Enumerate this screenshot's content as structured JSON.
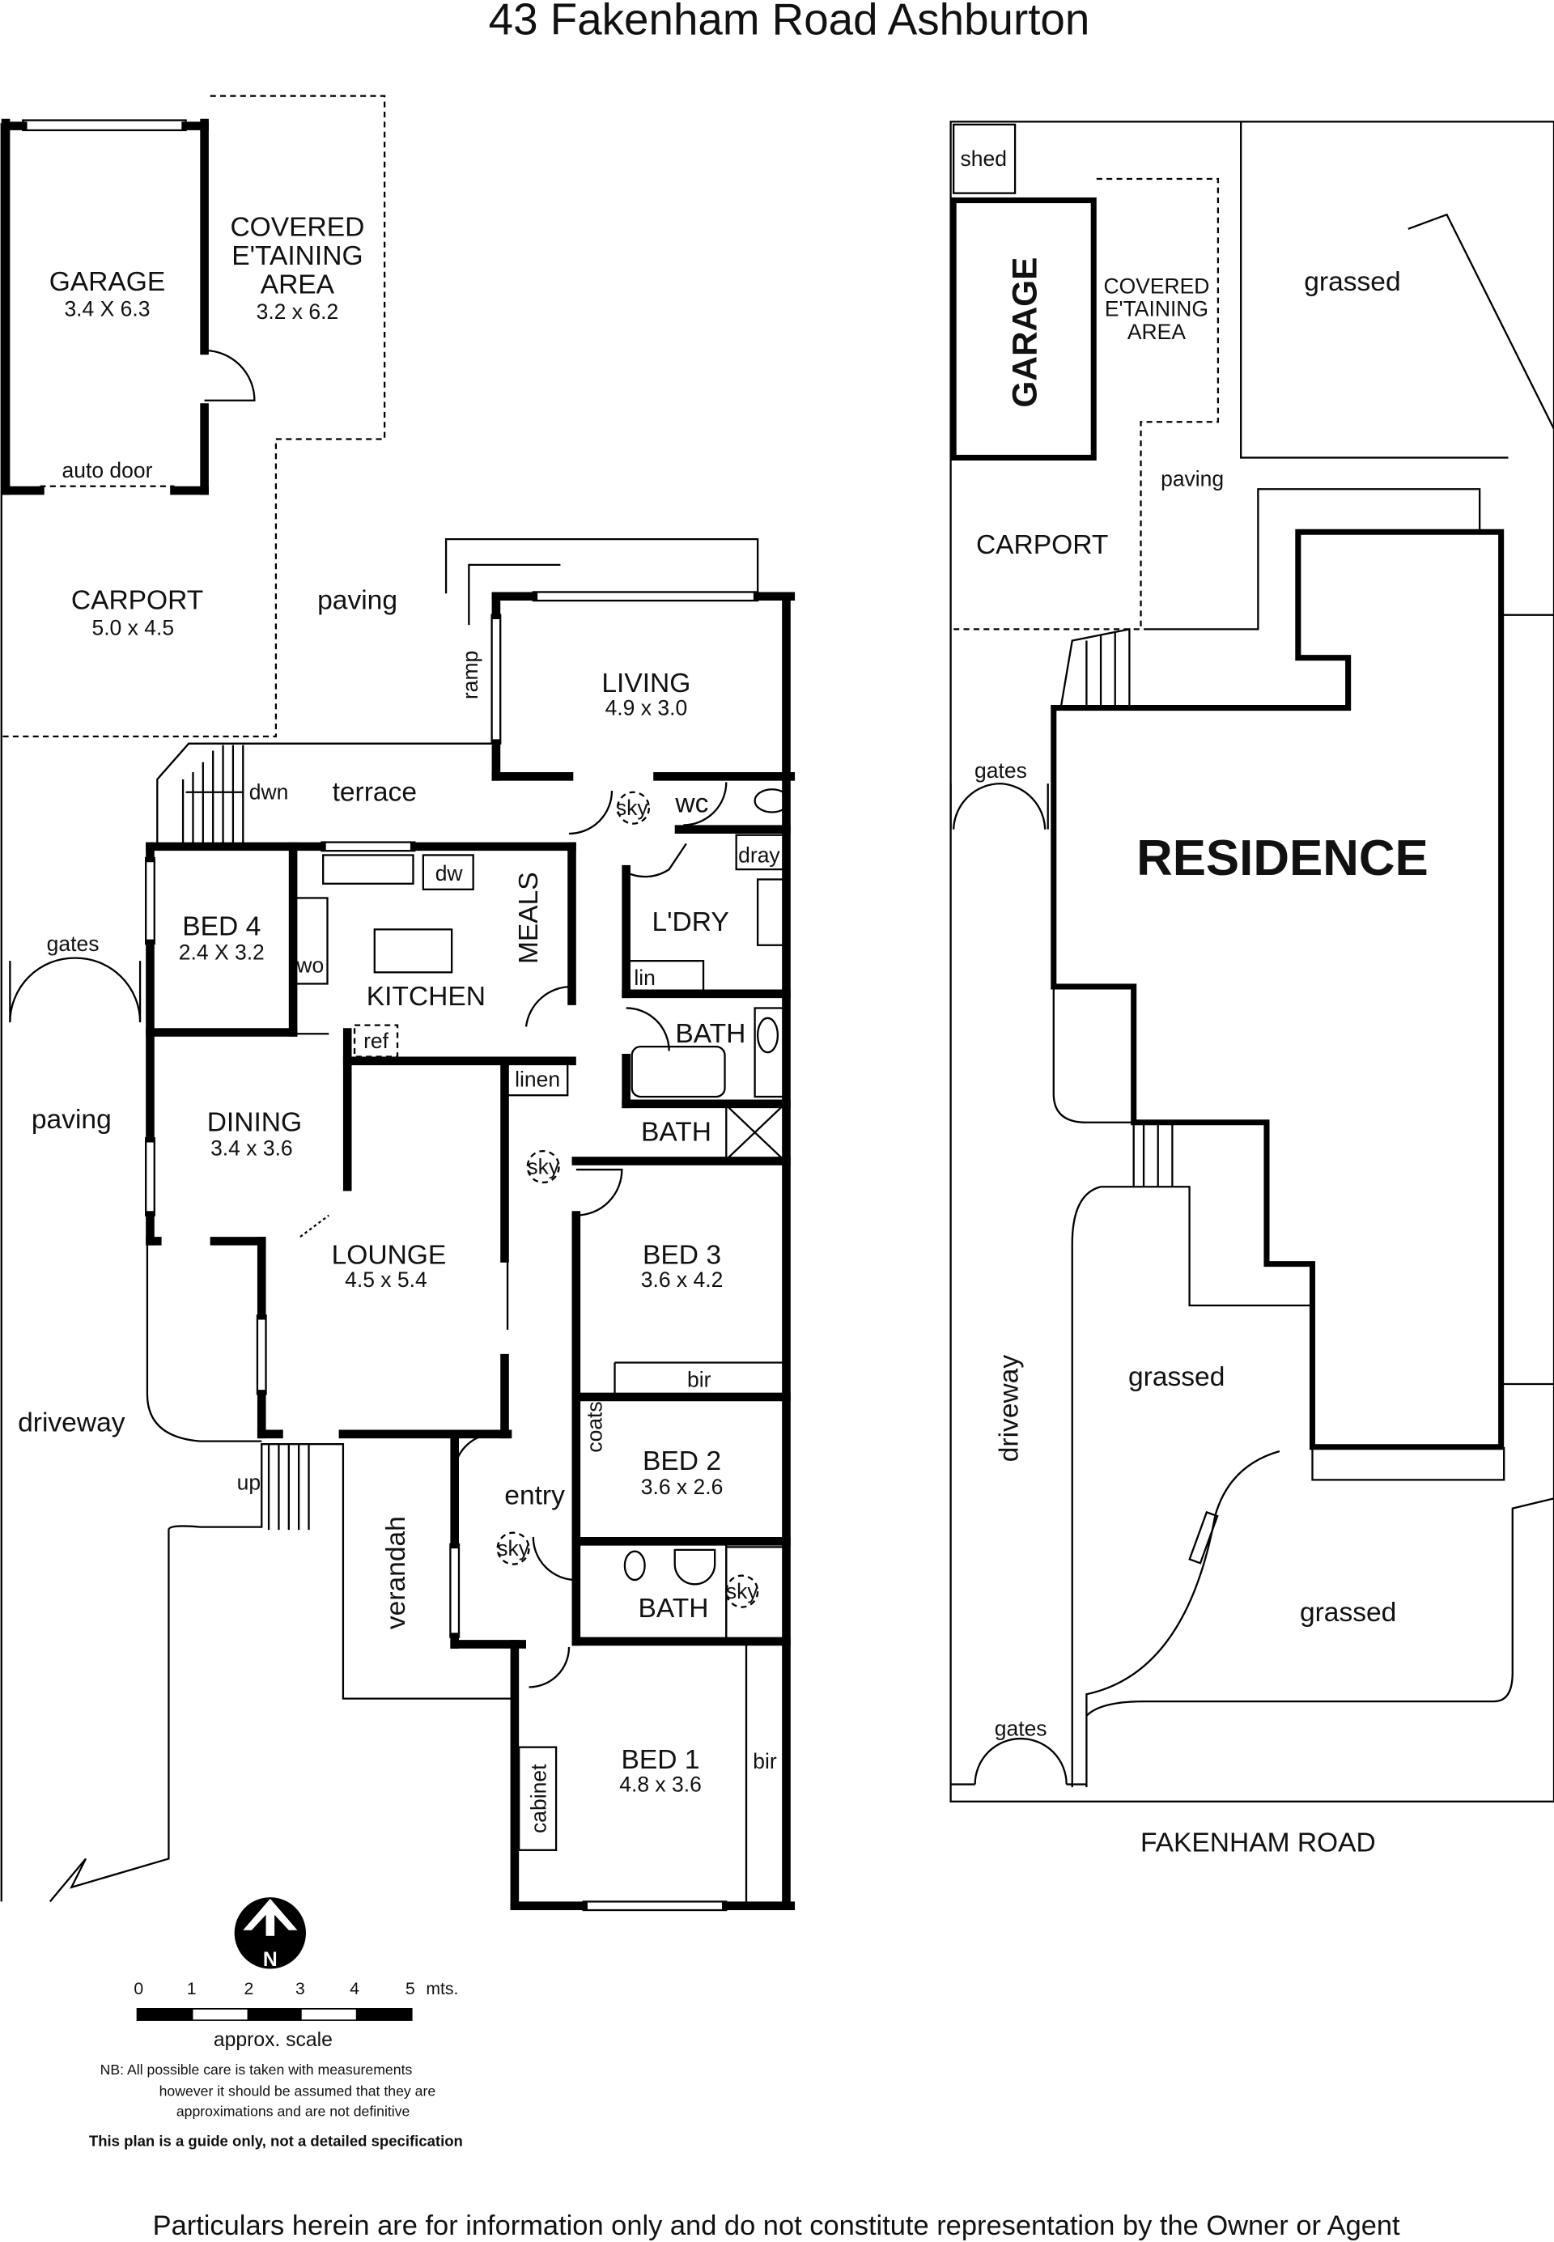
{
  "title": "43 Fakenham Road Ashburton",
  "floor_plan": {
    "rooms": [
      {
        "label": "GARAGE",
        "dims": "3.4 X 6.3"
      },
      {
        "label": "COVERED",
        "label2": "E'TAINING",
        "label3": "AREA",
        "dims": "3.2 x 6.2"
      },
      {
        "label": "CARPORT",
        "dims": "5.0 x 4.5"
      },
      {
        "label": "LIVING",
        "dims": "4.9 x 3.0"
      },
      {
        "label": "BED 4",
        "dims": "2.4 X 3.2"
      },
      {
        "label": "KITCHEN"
      },
      {
        "label": "MEALS"
      },
      {
        "label": "L'DRY"
      },
      {
        "label": "BATH"
      },
      {
        "label": "BATH"
      },
      {
        "label": "DINING",
        "dims": "3.4 x 3.6"
      },
      {
        "label": "LOUNGE",
        "dims": "4.5 x 5.4"
      },
      {
        "label": "BED 3",
        "dims": "3.6 x 4.2"
      },
      {
        "label": "BED 2",
        "dims": "3.6 x 2.6"
      },
      {
        "label": "BATH"
      },
      {
        "label": "BED 1",
        "dims": "4.8 x 3.6"
      }
    ],
    "annotations": {
      "auto_door": "auto door",
      "paving": "paving",
      "ramp": "ramp",
      "terrace": "terrace",
      "dwn": "dwn",
      "sky": "sky",
      "wc": "wc",
      "dray": "dray",
      "dw": "dw",
      "wo": "wo",
      "ref": "ref",
      "lin": "lin",
      "linen": "linen",
      "gates": "gates",
      "paving2": "paving",
      "driveway": "driveway",
      "up": "up",
      "coats": "coats",
      "bir": "bir",
      "entry": "entry",
      "verandah": "verandah",
      "cabinet": "cabinet",
      "bir2": "bir"
    }
  },
  "site_plan": {
    "shed": "shed",
    "garage": "GARAGE",
    "covered": "COVERED",
    "covered2": "E'TAINING",
    "covered3": "AREA",
    "grassed": "grassed",
    "paving": "paving",
    "carport": "CARPORT",
    "gates": "gates",
    "residence": "RESIDENCE",
    "driveway": "driveway",
    "grassed2": "grassed",
    "grassed3": "grassed",
    "gates2": "gates",
    "street": "FAKENHAM ROAD"
  },
  "legend": {
    "north": "N",
    "scale_ticks": [
      "0",
      "1",
      "2",
      "3",
      "4",
      "5"
    ],
    "scale_unit": "mts.",
    "scale_label": "approx. scale",
    "nb1": "NB:  All possible care is taken with measurements",
    "nb2": "however it should be assumed that they are",
    "nb3": "approximations and are not definitive",
    "guide": "This plan is a guide only, not a detailed specification"
  },
  "disclaimer": "Particulars herein are for information only and do not constitute representation by the Owner or Agent"
}
